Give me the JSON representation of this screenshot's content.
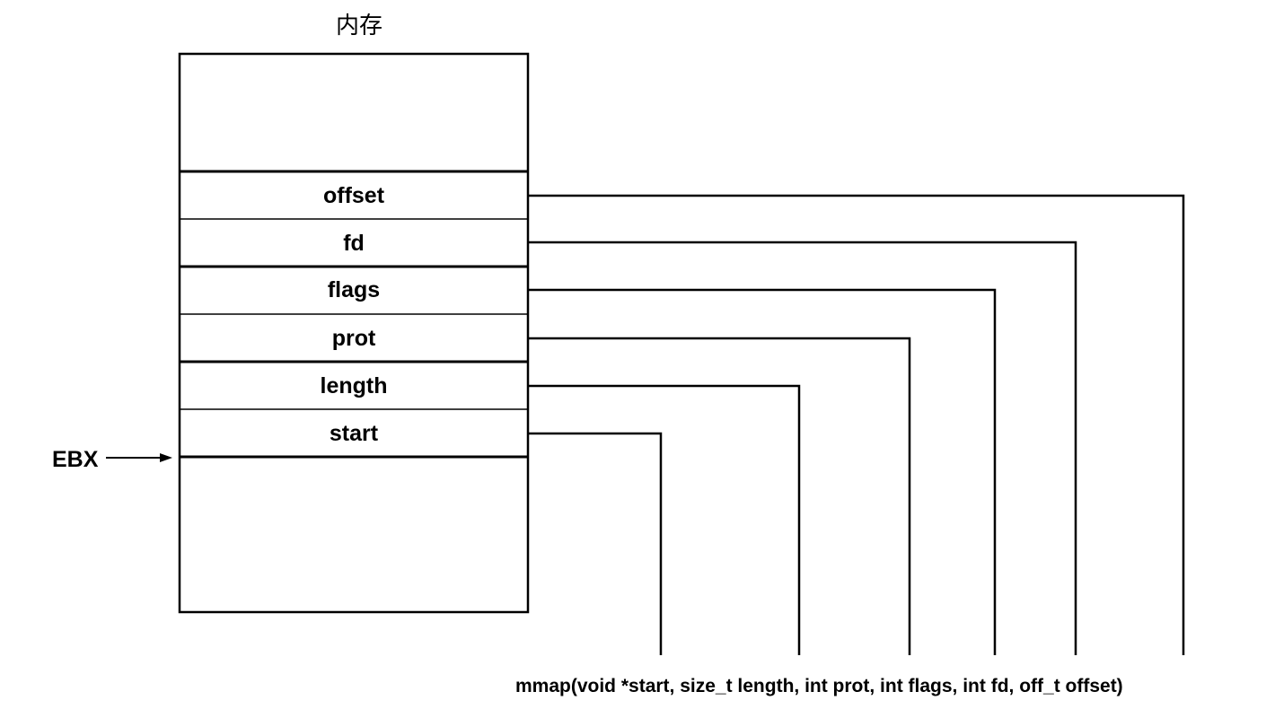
{
  "memory": {
    "title": "内存",
    "fields": [
      {
        "name": "offset"
      },
      {
        "name": "fd"
      },
      {
        "name": "flags"
      },
      {
        "name": "prot"
      },
      {
        "name": "length"
      },
      {
        "name": "start"
      }
    ]
  },
  "pointer": {
    "label": "EBX"
  },
  "signature": "mmap(void *start, size_t length, int prot, int flags, int fd, off_t offset)"
}
